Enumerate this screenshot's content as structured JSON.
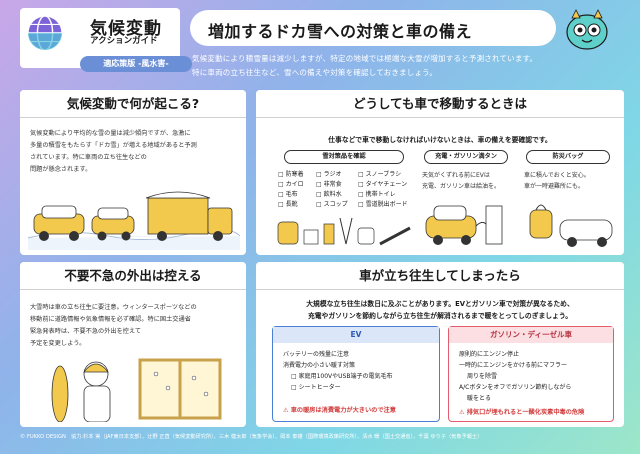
{
  "header": {
    "logo_title": "気候変動",
    "logo_subtitle": "アクションガイド",
    "logo_tag": "適応策版 -風水害-",
    "main_title": "増加するドカ雪への対策と車の備え",
    "intro_line1": "気候変動により積雪量は減少しますが、特定の地域では極端な大雪が増加すると予測されています。",
    "intro_line2": "特に車両の立ち往生など、雪への備えや対策を確認しておきましょう。"
  },
  "panel1": {
    "title": "気候変動で何が起こる?",
    "body": [
      "気候変動により平均的な雪の量は減少傾向ですが、急激に",
      "多量の積雪をもたらす「ドカ雪」が増える地域があると予測",
      "されています。特に車両の立ち往生などの",
      "問題が懸念されます。"
    ]
  },
  "panel2": {
    "title": "不要不急の外出は控える",
    "body": [
      "大雪時は車の立ち往生に要注意。ウィンタースポーツなどの",
      "移動前に道路情報や気象情報を必ず確認。特に国土交通省",
      "緊急発表時は、不要不急の外出を控えて",
      "予定を変更しよう。"
    ]
  },
  "panel3": {
    "title": "どうしても車で移動するときは",
    "lead": "仕事などで車で移動しなければいけないときは、車の備えを要確認です。",
    "col1_head": "雪対策品を確認",
    "col1_items_a": [
      "防寒着",
      "カイロ",
      "毛布",
      "長靴"
    ],
    "col1_items_b": [
      "ラジオ",
      "非常食",
      "飲料水",
      "スコップ"
    ],
    "col1_items_c": [
      "スノーブラシ",
      "タイヤチェーン",
      "携帯トイレ",
      "雪道脱出ボード"
    ],
    "col2_head": "充電・ガソリン満タン",
    "col2_text": [
      "天気がくずれる前にEVは",
      "充電、ガソリン車は給油を。"
    ],
    "col3_head": "防災バッグ",
    "col3_text": [
      "車に積んでおくと安心。",
      "車が一時避難所にも。"
    ]
  },
  "panel4": {
    "title": "車が立ち往生してしまったら",
    "lead_line1": "大規模な立ち往生は数日に及ぶことがあります。EVとガソリン車で対策が異なるため、",
    "lead_line2": "充電やガソリンを節約しながら立ち往生が解消されるまで暖をとってしのぎましょう。",
    "ev_head": "EV",
    "ev_items": [
      "バッテリーの残量に注意",
      "消費電力の小さい暖す対策",
      "□ 家庭用100VやUSB端子の電気毛布",
      "□ シートヒーター"
    ],
    "ev_warn": "車の暖房は消費電力が大きいので注意",
    "gas_head": "ガソリン・ディーゼル車",
    "gas_items": [
      "原則的にエンジン停止",
      "一時的にエンジンをかける前にマフラー",
      "周りを除雪",
      "A/Cボタンをオフでガソリン節約しながら",
      "暖をとる"
    ],
    "gas_warn": "排気口が埋もれると一酸化炭素中毒の危険"
  },
  "footer": {
    "credit": "© FUKKO DESIGN　協力:杉本 実（JAF東日本支部）、辻野 正直（気候変動研究所）、三木 健太郎（気象学会）、岡本 泰雄（国際環境政策研究所）、清水 暖（国土交通省）、千葉 ゆり子（気象予報士）"
  },
  "colors": {
    "ev_accent": "#4a7fd6",
    "gas_accent": "#e25c6b",
    "warning": "#d23b3b",
    "logo_tag": "#6b8fd6"
  }
}
